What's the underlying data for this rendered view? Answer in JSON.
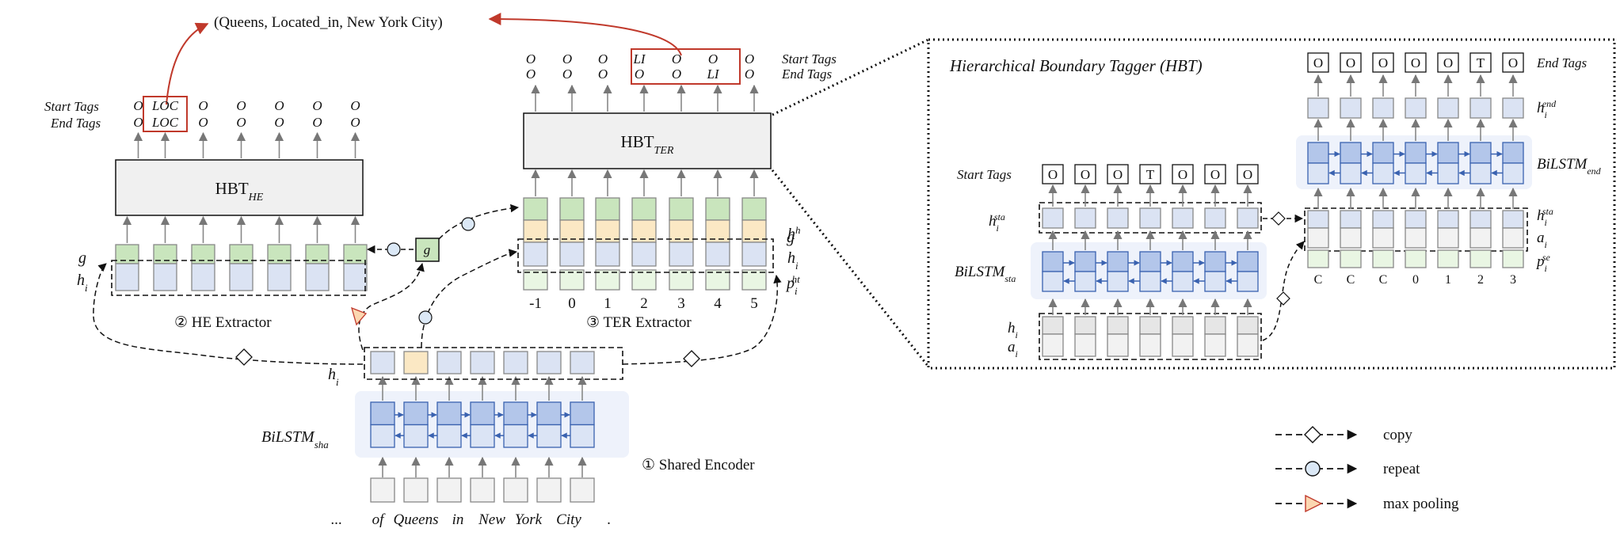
{
  "title": "",
  "triple": "(Queens, Located_in, New York City)",
  "tokens": [
    "...",
    "of",
    "Queens",
    "in",
    "New",
    "York",
    "City",
    "."
  ],
  "shared_encoder": {
    "label": "① Shared Encoder",
    "bilstm": "BiLSTM",
    "bilstm_sub": "sha",
    "h_label": "h",
    "h_sub": "i"
  },
  "he": {
    "label": "② HE Extractor",
    "hbt": "HBT",
    "hbt_sub": "HE",
    "start_label": "Start Tags",
    "end_label": "End Tags",
    "start_tags": [
      "O",
      "LOC",
      "O",
      "O",
      "O",
      "O",
      "O"
    ],
    "end_tags": [
      "O",
      "LOC",
      "O",
      "O",
      "O",
      "O",
      "O"
    ],
    "g_label": "g",
    "h_label": "h",
    "h_sub": "i",
    "g_box": "g"
  },
  "ter": {
    "label": "③ TER Extractor",
    "hbt": "HBT",
    "hbt_sub": "TER",
    "start_label": "Start Tags",
    "end_label": "End Tags",
    "start_tags": [
      "O",
      "O",
      "O",
      "LI",
      "O",
      "O",
      "O"
    ],
    "end_tags": [
      "O",
      "O",
      "O",
      "O",
      "O",
      "LI",
      "O"
    ],
    "positions": [
      "-1",
      "0",
      "1",
      "2",
      "3",
      "4",
      "5"
    ],
    "g_label": "g",
    "hh": "h",
    "hh_sup": "h",
    "hi": "h",
    "hi_sub": "i",
    "p": "p",
    "p_sub": "i",
    "p_sup": "ht"
  },
  "hbt_panel": {
    "title": "Hierarchical Boundary Tagger (HBT)",
    "start_label": "Start Tags",
    "start_tags": [
      "O",
      "O",
      "O",
      "T",
      "O",
      "O",
      "O"
    ],
    "end_label": "End Tags",
    "end_tags": [
      "O",
      "O",
      "O",
      "O",
      "O",
      "T",
      "O"
    ],
    "h_sta": "h",
    "h_sta_sub": "i",
    "h_sta_sup": "sta",
    "bilstm_sta": "BiLSTM",
    "bilstm_sta_sub": "sta",
    "hi": "h",
    "hi_sub": "i",
    "ai": "a",
    "ai_sub": "i",
    "h_end": "h",
    "h_end_sub": "i",
    "h_end_sup": "end",
    "bilstm_end": "BiLSTM",
    "bilstm_end_sub": "end",
    "right_h": "h",
    "right_h_sub": "i",
    "right_h_sup": "sta",
    "right_a": "a",
    "right_a_sub": "i",
    "right_p": "p",
    "right_p_sub": "i",
    "right_p_sup": "se",
    "right_pos": [
      "C",
      "C",
      "C",
      "0",
      "1",
      "2",
      "3"
    ]
  },
  "legend": [
    {
      "marker": "diamond",
      "label": "copy"
    },
    {
      "marker": "circle",
      "label": "repeat"
    },
    {
      "marker": "triangle",
      "label": "max pooling"
    }
  ],
  "colors": {
    "lstm_fill": "#b3c6ea",
    "lstm_fill_light": "#dbe4f5",
    "lstm_stroke": "#3a62b0",
    "lstm_bg": "#eef2fb",
    "hidden": "#dbe3f3",
    "green": "#c9e5bd",
    "peach": "#fbe8c4",
    "gray": "#e6e6e6",
    "light_gray": "#f2f2f2",
    "light_green": "#e9f6e3",
    "red": "#c0392b",
    "hbt_fill": "#f0f0f0"
  }
}
